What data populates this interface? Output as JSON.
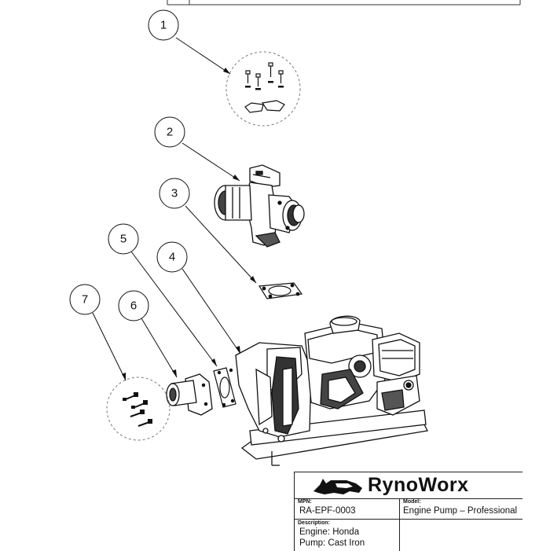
{
  "callouts": [
    "1",
    "2",
    "3",
    "4",
    "5",
    "6",
    "7"
  ],
  "title_block": {
    "brand": "RynoWorx",
    "mpn_label": "MPN:",
    "mpn_value": "RA-EPF-0003",
    "model_label": "Model:",
    "model_value": "Engine Pump – Professional",
    "description_label": "Description:",
    "description_line1": "Engine: Honda",
    "description_line2": "Pump: Cast Iron"
  }
}
